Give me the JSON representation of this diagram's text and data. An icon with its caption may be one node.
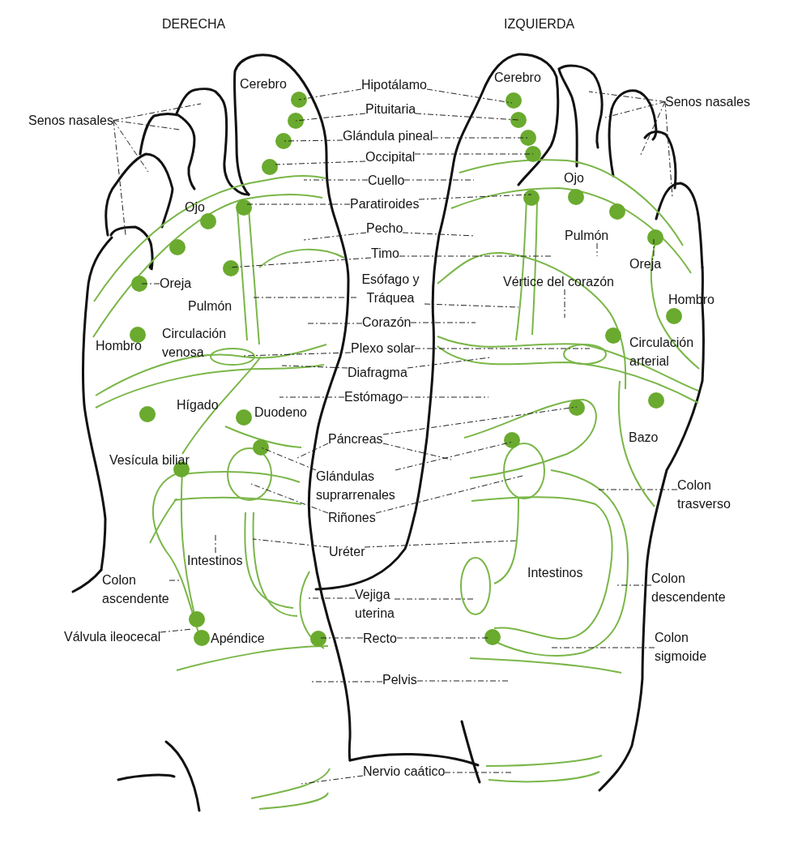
{
  "diagram": {
    "nodes": [
      {
        "text": [
          "Senos nasales"
        ]
      },
      {
        "text": [
          "Oreja"
        ]
      },
      {
        "text": [
          "Intestinos"
        ]
      },
      {
        "text": [
          "Colon ascendente"
        ]
      },
      {
        "text": [
          "Válvula ileocecal"
        ]
      },
      {
        "text": [
          "Hipotálamo"
        ]
      },
      {
        "text": [
          "Pituitaria"
        ]
      },
      {
        "text": [
          "Glándula pineal"
        ]
      },
      {
        "text": [
          "Occipital"
        ]
      },
      {
        "text": [
          "Cuello"
        ]
      },
      {
        "text": [
          "Paratiroides"
        ]
      },
      {
        "text": [
          "Pecho"
        ]
      },
      {
        "text": [
          "Timo"
        ]
      },
      {
        "text": [
          "Esófago y Tráquea"
        ]
      },
      {
        "text": [
          "Corazón"
        ]
      },
      {
        "text": [
          "Plexo solar"
        ]
      },
      {
        "text": [
          "Diafragma"
        ]
      },
      {
        "text": [
          "Estómago"
        ]
      },
      {
        "text": [
          "Páncreas"
        ]
      },
      {
        "text": [
          "Glándulas suprarrenales"
        ]
      },
      {
        "text": [
          "Riñones"
        ]
      },
      {
        "text": [
          "Uréter"
        ]
      },
      {
        "text": [
          "Vejiga uterina"
        ]
      },
      {
        "text": [
          "Recto"
        ]
      },
      {
        "text": [
          "Pelvis"
        ]
      },
      {
        "text": [
          "Nervio caático"
        ]
      },
      {
        "text": [
          "Senos nasales"
        ]
      },
      {
        "text": [
          "Pulmón"
        ]
      },
      {
        "text": [
          "Oreja"
        ]
      },
      {
        "text": [
          "Vértice del corazón"
        ]
      },
      {
        "text": [
          "Colon trasverso"
        ]
      },
      {
        "text": [
          "Colon descendente"
        ]
      },
      {
        "text": [
          "Colon sigmoide"
        ]
      }
    ],
    "edges": [
      {
        "from": 0,
        "to": null,
        "arrow": "none"
      },
      {
        "from": 0,
        "to": null,
        "arrow": "none"
      },
      {
        "from": 0,
        "to": null,
        "arrow": "none"
      },
      {
        "from": 0,
        "to": null,
        "arrow": "none"
      },
      {
        "from": 1,
        "to": null,
        "arrow": "none"
      },
      {
        "from": 2,
        "to": null,
        "arrow": "none"
      },
      {
        "from": 3,
        "to": null,
        "arrow": "none"
      },
      {
        "from": 4,
        "to": null,
        "arrow": "none"
      },
      {
        "from": 5,
        "to": null,
        "arrow": "none"
      },
      {
        "from": 5,
        "to": null,
        "arrow": "none"
      },
      {
        "from": 6,
        "to": null,
        "arrow": "none"
      },
      {
        "from": 6,
        "to": null,
        "arrow": "none"
      },
      {
        "from": 7,
        "to": null,
        "arrow": "none"
      },
      {
        "from": 7,
        "to": null,
        "arrow": "none"
      },
      {
        "from": 8,
        "to": null,
        "arrow": "none"
      },
      {
        "from": 8,
        "to": null,
        "arrow": "none"
      },
      {
        "from": 9,
        "to": null,
        "arrow": "none"
      },
      {
        "from": 9,
        "to": null,
        "arrow": "none"
      },
      {
        "from": 10,
        "to": null,
        "arrow": "none"
      },
      {
        "from": 10,
        "to": null,
        "arrow": "none"
      },
      {
        "from": 11,
        "to": null,
        "arrow": "none"
      },
      {
        "from": 11,
        "to": null,
        "arrow": "none"
      },
      {
        "from": 12,
        "to": null,
        "arrow": "none"
      },
      {
        "from": 12,
        "to": null,
        "arrow": "none"
      },
      {
        "from": 13,
        "to": null,
        "arrow": "none"
      },
      {
        "from": 13,
        "to": null,
        "arrow": "none"
      },
      {
        "from": 14,
        "to": null,
        "arrow": "none"
      },
      {
        "from": 14,
        "to": null,
        "arrow": "none"
      },
      {
        "from": 15,
        "to": null,
        "arrow": "none"
      },
      {
        "from": 15,
        "to": null,
        "arrow": "none"
      },
      {
        "from": 16,
        "to": null,
        "arrow": "none"
      },
      {
        "from": 16,
        "to": null,
        "arrow": "none"
      },
      {
        "from": 17,
        "to": null,
        "arrow": "none"
      },
      {
        "from": 17,
        "to": null,
        "arrow": "none"
      },
      {
        "from": 18,
        "to": null,
        "arrow": "none"
      },
      {
        "from": 18,
        "to": null,
        "arrow": "none"
      },
      {
        "from": 18,
        "to": null,
        "arrow": "none"
      },
      {
        "from": 19,
        "to": null,
        "arrow": "none"
      },
      {
        "from": 19,
        "to": null,
        "arrow": "none"
      },
      {
        "from": 20,
        "to": null,
        "arrow": "none"
      },
      {
        "from": 20,
        "to": null,
        "arrow": "none"
      },
      {
        "from": 21,
        "to": null,
        "arrow": "none"
      },
      {
        "from": 21,
        "to": null,
        "arrow": "none"
      },
      {
        "from": 22,
        "to": null,
        "arrow": "none"
      },
      {
        "from": 22,
        "to": null,
        "arrow": "none"
      },
      {
        "from": 23,
        "to": null,
        "arrow": "none"
      },
      {
        "from": 23,
        "to": null,
        "arrow": "none"
      },
      {
        "from": 24,
        "to": null,
        "arrow": "none"
      },
      {
        "from": 24,
        "to": null,
        "arrow": "none"
      },
      {
        "from": 25,
        "to": null,
        "arrow": "none"
      },
      {
        "from": 25,
        "to": null,
        "arrow": "none"
      },
      {
        "from": 26,
        "to": null,
        "arrow": "none"
      },
      {
        "from": 26,
        "to": null,
        "arrow": "none"
      },
      {
        "from": 26,
        "to": null,
        "arrow": "none"
      },
      {
        "from": 26,
        "to": null,
        "arrow": "none"
      },
      {
        "from": 27,
        "to": null,
        "arrow": "none"
      },
      {
        "from": 28,
        "to": null,
        "arrow": "none"
      },
      {
        "from": 29,
        "to": null,
        "arrow": "none"
      },
      {
        "from": 30,
        "to": null,
        "arrow": "none"
      },
      {
        "from": 31,
        "to": null,
        "arrow": "none"
      },
      {
        "from": 32,
        "to": null,
        "arrow": "none"
      }
    ],
    "labels": [
      "DERECHA",
      "IZQUIERDA",
      "Cerebro",
      "Ojo",
      "Pulmón",
      "Hombro",
      "Circulación venosa",
      "Hígado",
      "Duodeno",
      "Vesícula biliar",
      "Apéndice",
      "Cerebro",
      "Ojo",
      "Hombro",
      "Circulación arterial",
      "Bazo",
      "Intestinos"
    ]
  }
}
